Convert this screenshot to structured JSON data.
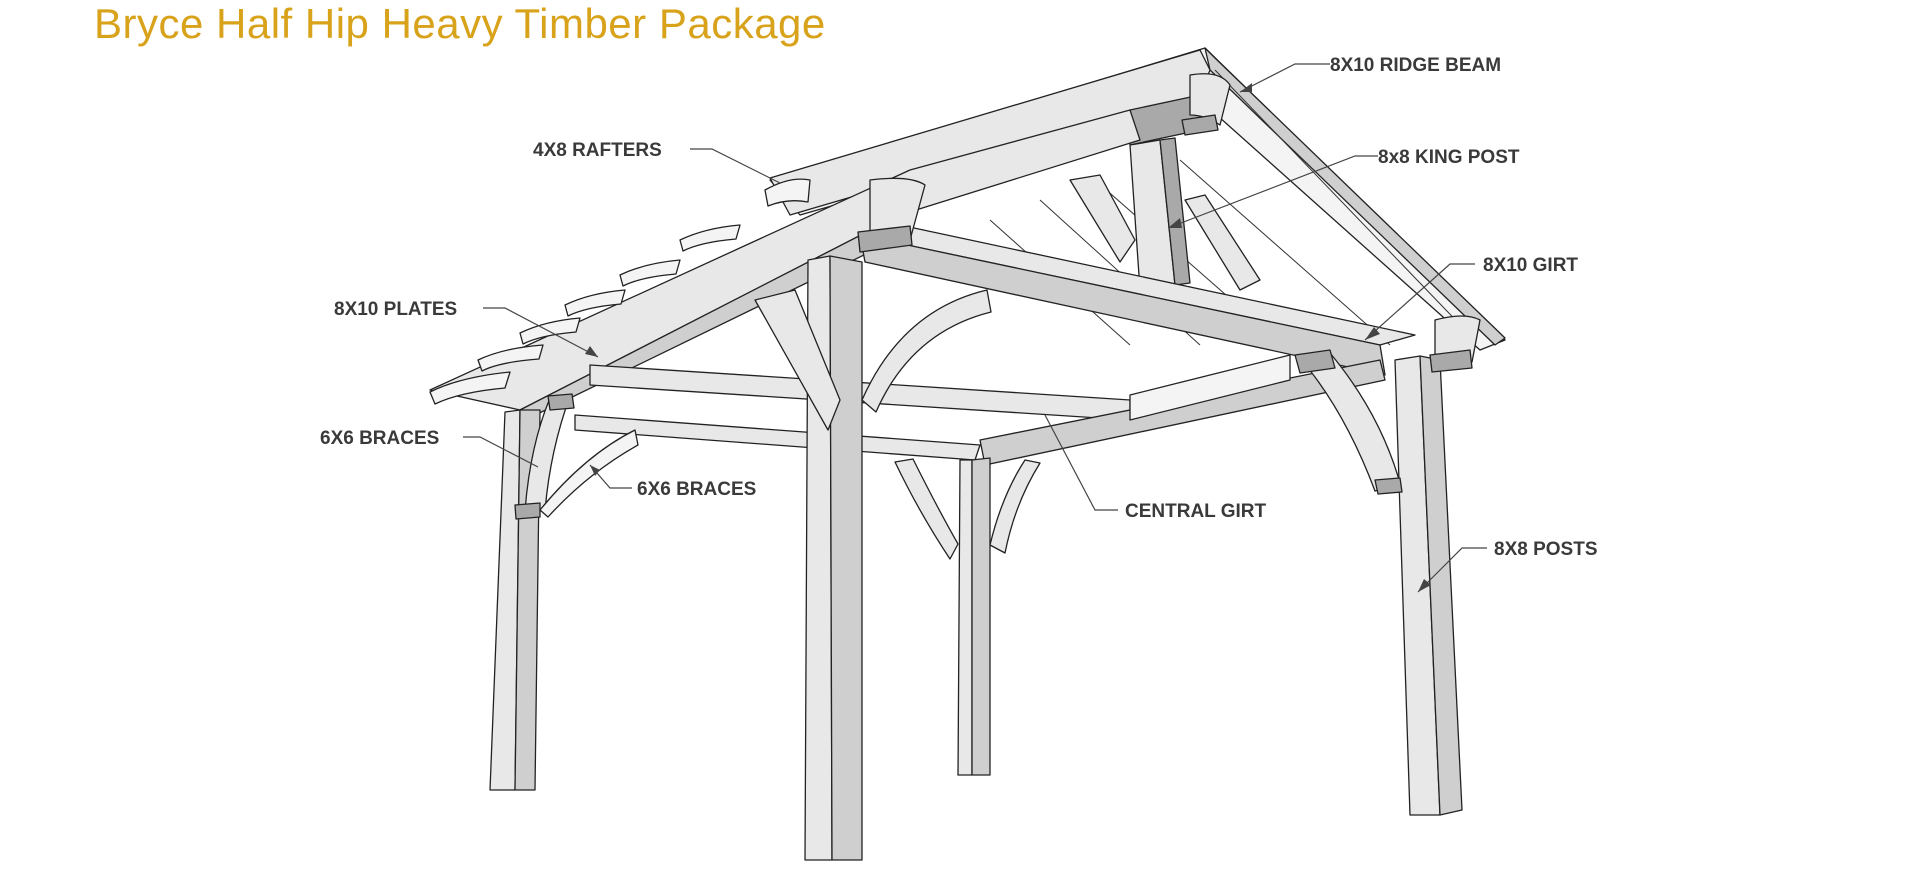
{
  "title": "Bryce Half Hip Heavy Timber Package",
  "colors": {
    "title": "#d8a21a",
    "label": "#3a3a3a",
    "timber_face": "#e8e8e8",
    "timber_shadow": "#a9a9a9"
  },
  "labels": {
    "ridge_beam": "8X10 RIDGE BEAM",
    "king_post": "8x8 KING POST",
    "rafters": "4X8 RAFTERS",
    "girt": "8X10 GIRT",
    "plates": "8X10 PLATES",
    "braces_left": "6X6 BRACES",
    "braces_inner": "6X6 BRACES",
    "central_girt": "CENTRAL GIRT",
    "posts": "8X8 POSTS"
  }
}
